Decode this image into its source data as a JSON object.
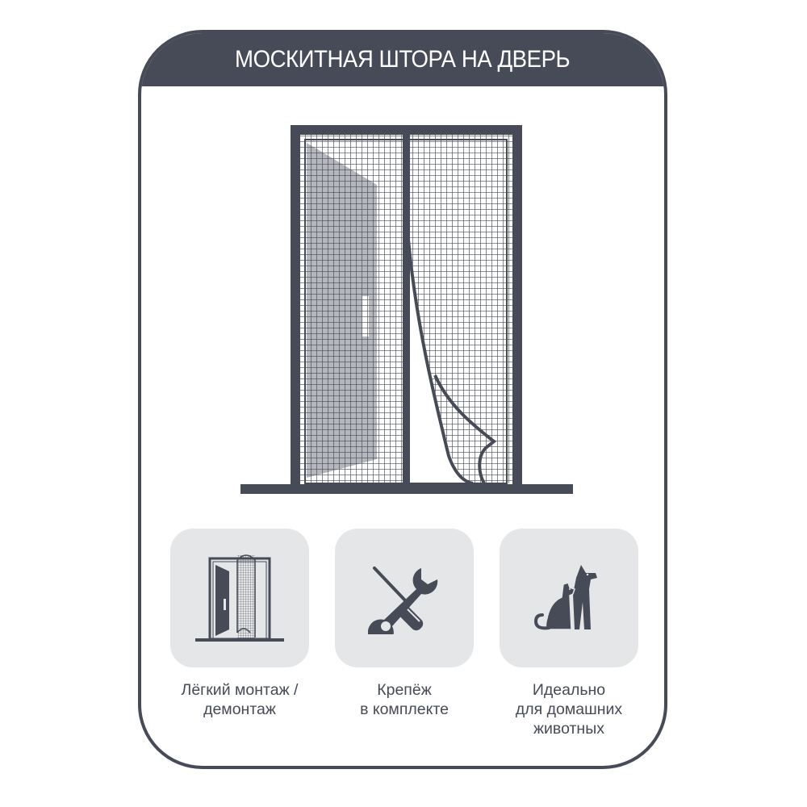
{
  "header": {
    "title": "МОСКИТНАЯ ШТОРА НА ДВЕРЬ"
  },
  "colors": {
    "primary": "#474b58",
    "tile_bg": "#e5e6e7",
    "door_shadow": "#b5b7bc",
    "background": "#ffffff"
  },
  "illustration": {
    "subject": "magnetic mosquito net door curtain",
    "icon": "mesh-door-icon"
  },
  "features": [
    {
      "icon": "door-with-rolled-net-icon",
      "lines": [
        "Лёгкий монтаж /",
        "демонтаж"
      ]
    },
    {
      "icon": "wrench-screwdriver-icon",
      "lines": [
        "Крепёж",
        "в комплекте"
      ]
    },
    {
      "icon": "cat-dog-icon",
      "lines": [
        "Идеально",
        "для домашних",
        "животных"
      ]
    }
  ]
}
